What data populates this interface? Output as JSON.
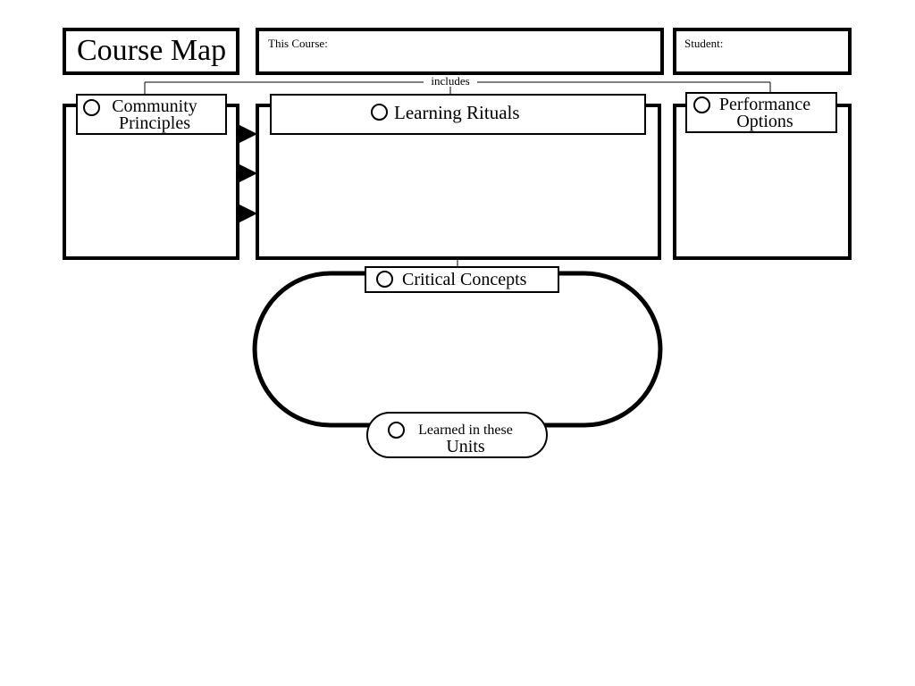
{
  "header": {
    "title": "Course Map",
    "course_label": "This Course:",
    "course_value": "",
    "student_label": "Student:",
    "student_value": ""
  },
  "connector": {
    "includes_label": "includes"
  },
  "sections": {
    "community_principles": {
      "line1": "Community",
      "line2": "Principles"
    },
    "learning_rituals": {
      "label": "Learning Rituals"
    },
    "performance_options": {
      "line1": "Performance",
      "line2": "Options"
    },
    "critical_concepts": {
      "label": "Critical Concepts"
    },
    "units": {
      "line1": "Learned in these",
      "line2": "Units"
    }
  },
  "icons": {
    "checkbox": "circle-checkbox-icon",
    "arrow": "triangle-arrow-icon"
  },
  "colors": {
    "stroke": "#000000",
    "background": "#ffffff"
  }
}
